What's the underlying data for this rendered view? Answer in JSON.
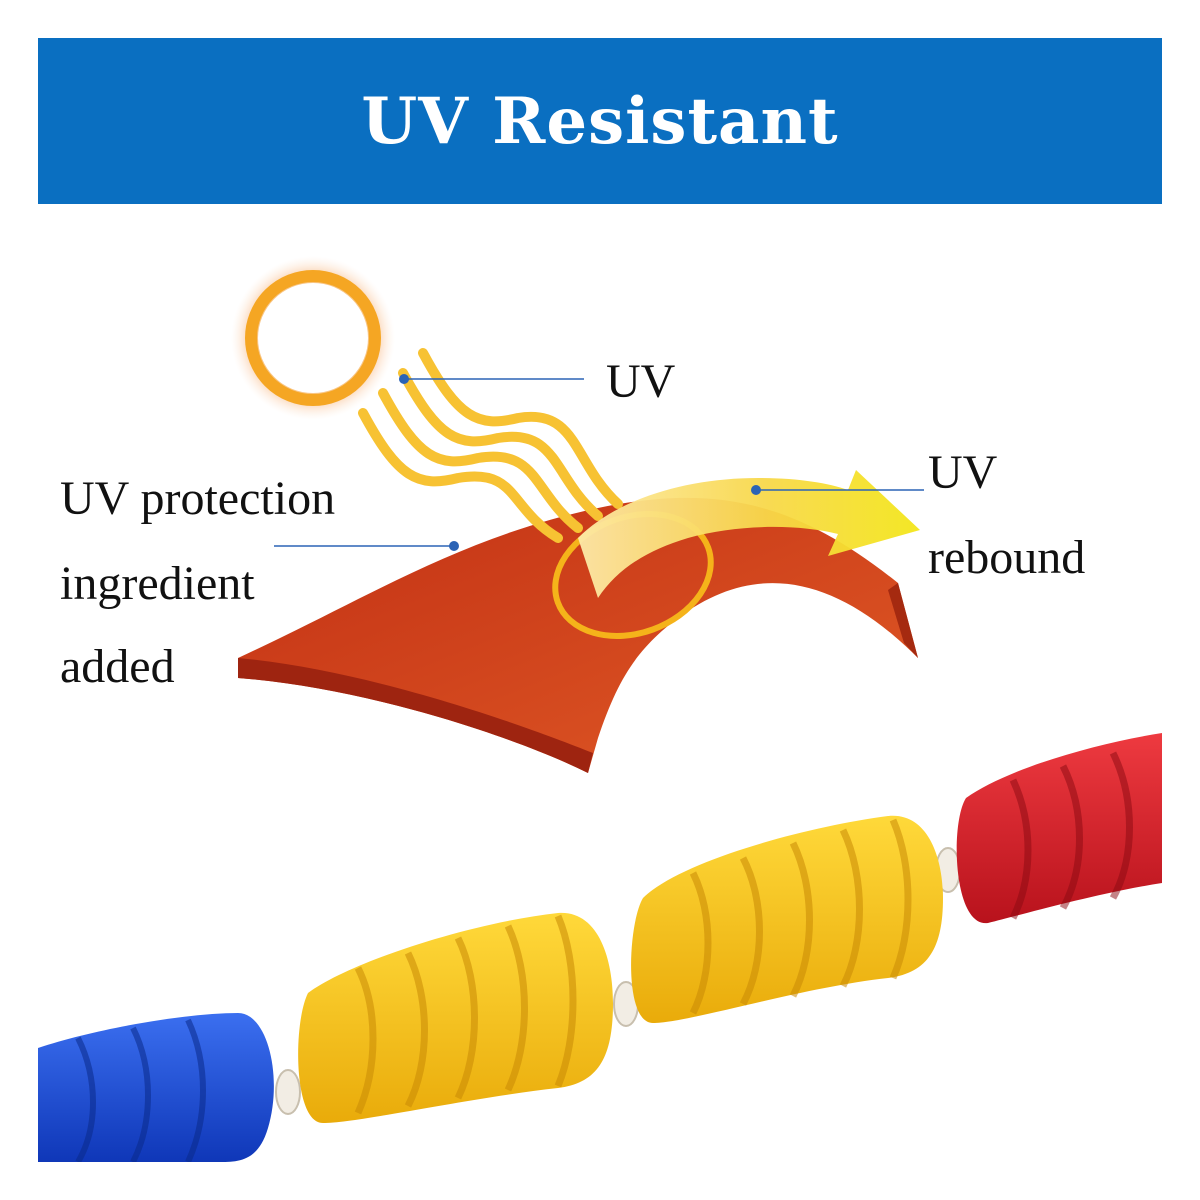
{
  "header": {
    "title": "UV Resistant",
    "background": "#0a6fc1"
  },
  "diagram": {
    "labels": {
      "uv": "UV",
      "uv_rebound": [
        "UV",
        "rebound"
      ],
      "protection": [
        "UV protection",
        "ingredient",
        "added"
      ]
    },
    "colors": {
      "sun": "#f5a623",
      "rays": "#f7c233",
      "sheet": "#d6401a",
      "leader_lines": "#2b63b5"
    },
    "icons": [
      "sun-icon",
      "uv-rays",
      "protective-sheet",
      "rebound-arrow"
    ]
  },
  "product": {
    "floats": [
      "blue",
      "yellow",
      "yellow",
      "red"
    ],
    "colors": {
      "blue": "#1a4fd6",
      "yellow": "#f5c518",
      "red": "#d6202a",
      "connector": "#f2ede4"
    }
  }
}
